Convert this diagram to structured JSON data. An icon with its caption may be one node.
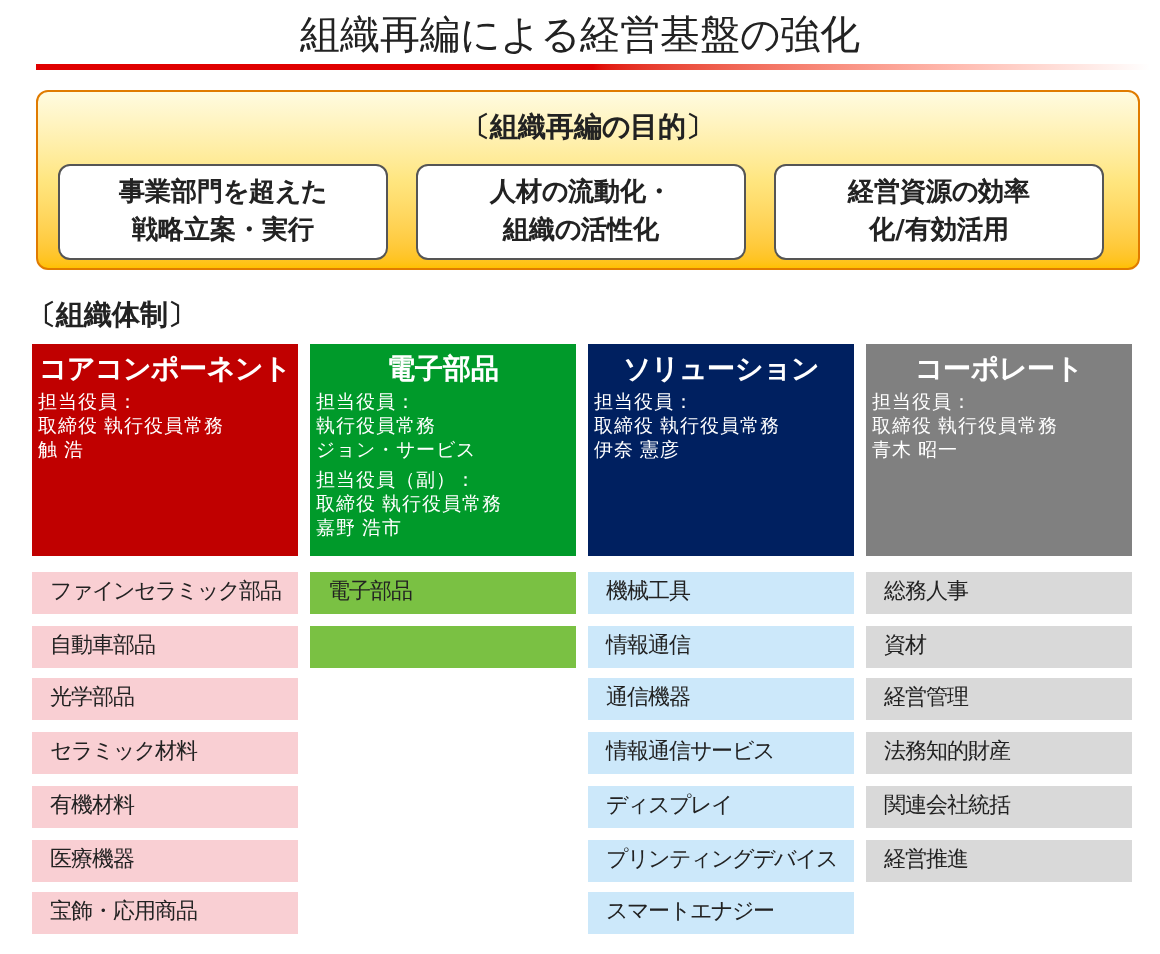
{
  "diagram": {
    "title": "組織再編による経営基盤の強化",
    "nodes": [
      {
        "text": [
          "〔組織再編の目的〕"
        ]
      },
      {
        "text": [
          "事業部門を超えた戦略立案・実行"
        ],
        "in": 0
      },
      {
        "text": [
          "人材の流動化・組織の活性化"
        ],
        "in": 0
      },
      {
        "text": [
          "経営資源の効率化/有効活用"
        ],
        "in": 0
      },
      {
        "text": [
          "コアコンポーネント",
          "担当役員：",
          "取締役 執行役員常務",
          "触 浩"
        ]
      },
      {
        "text": [
          "電子部品",
          "担当役員：",
          "執行役員常務",
          "ジョン・サービス",
          "担当役員（副）：",
          "取締役 執行役員常務",
          "嘉野 浩市"
        ]
      },
      {
        "text": [
          "ソリューション",
          "担当役員：",
          "取締役 執行役員常務",
          "伊奈 憲彦"
        ]
      },
      {
        "text": [
          "コーポレート",
          "担当役員：",
          "取締役 執行役員常務",
          "青木 昭一"
        ]
      },
      {
        "text": [
          "ファインセラミック部品"
        ]
      },
      {
        "text": [
          "自動車部品"
        ]
      },
      {
        "text": [
          "光学部品"
        ]
      },
      {
        "text": [
          "セラミック材料"
        ]
      },
      {
        "text": [
          "有機材料"
        ]
      },
      {
        "text": [
          "医療機器"
        ]
      },
      {
        "text": [
          "宝飾・応用商品"
        ]
      },
      {
        "text": [
          "電子部品"
        ]
      },
      {
        "text": [],
        "shape": "bar"
      },
      {
        "text": [
          "機械工具"
        ]
      },
      {
        "text": [
          "情報通信"
        ]
      },
      {
        "text": [
          "通信機器"
        ]
      },
      {
        "text": [
          "情報通信サービス"
        ]
      },
      {
        "text": [
          "ディスプレイ"
        ]
      },
      {
        "text": [
          "プリンティングデバイス"
        ]
      },
      {
        "text": [
          "スマートエナジー"
        ]
      },
      {
        "text": [
          "総務人事"
        ]
      },
      {
        "text": [
          "資材"
        ]
      },
      {
        "text": [
          "経営管理"
        ]
      },
      {
        "text": [
          "法務知的財産"
        ]
      },
      {
        "text": [
          "関連会社統括"
        ]
      },
      {
        "text": [
          "経営推進"
        ]
      }
    ],
    "labels": [
      "〔組織体制〕"
    ]
  }
}
